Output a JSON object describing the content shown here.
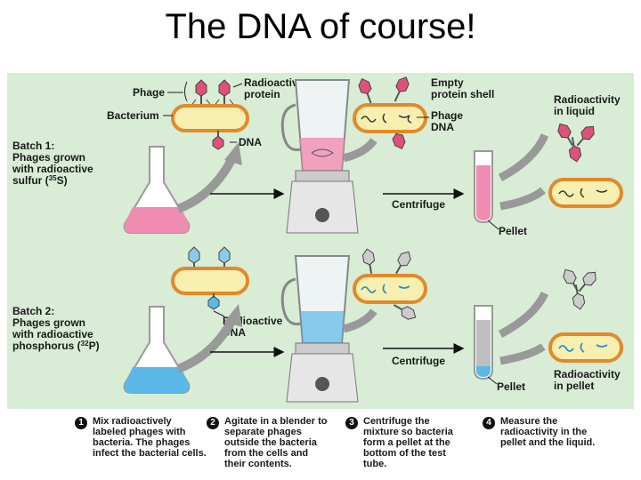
{
  "title": "The DNA of course!",
  "labels": {
    "phage": "Phage",
    "bacterium": "Bacterium",
    "radioactive_protein": [
      "Radioactive",
      "protein"
    ],
    "dna": "DNA",
    "empty_shell": [
      "Empty",
      "protein shell"
    ],
    "phage_dna": [
      "Phage",
      "DNA"
    ],
    "radio_liquid": [
      "Radioactivity",
      "in liquid"
    ],
    "radio_dna": [
      "Radioactive",
      "DNA"
    ],
    "radio_pellet": [
      "Radioactivity",
      "in pellet"
    ],
    "centrifuge_1": "Centrifuge",
    "centrifuge_2": "Centrifuge",
    "pellet_1": "Pellet",
    "pellet_2": "Pellet"
  },
  "batch1": {
    "heading": "Batch 1:",
    "lines": [
      "Phages grown",
      "with radioactive"
    ],
    "isotope_pre": "sulfur (",
    "isotope_mass": "35",
    "isotope_sym": "S)"
  },
  "batch2": {
    "heading": "Batch 2:",
    "lines": [
      "Phages grown",
      "with radioactive"
    ],
    "isotope_pre": "phosphorus (",
    "isotope_mass": "32",
    "isotope_sym": "P)"
  },
  "steps": [
    {
      "num": "1",
      "lines": [
        "Mix radioactively",
        "labeled phages with",
        "bacteria. The phages",
        "infect the bacterial cells."
      ]
    },
    {
      "num": "2",
      "lines": [
        "Agitate in a blender to",
        "separate phages",
        "outside the bacteria",
        "from the cells and",
        "their contents."
      ]
    },
    {
      "num": "3",
      "lines": [
        "Centrifuge the",
        "mixture so bacteria",
        "form a pellet at the",
        "bottom of the test",
        "tube."
      ]
    },
    {
      "num": "4",
      "lines": [
        "Measure the",
        "radioactivity in the",
        "pellet and the liquid."
      ]
    }
  ],
  "colors": {
    "panel": "#d8ecd6",
    "sulfur": "#f08cb0",
    "phosphorus": "#5bb8e8",
    "bacterium": "#f7efb0",
    "bacterium_edge": "#e08a2c",
    "arrow": "#888888"
  }
}
